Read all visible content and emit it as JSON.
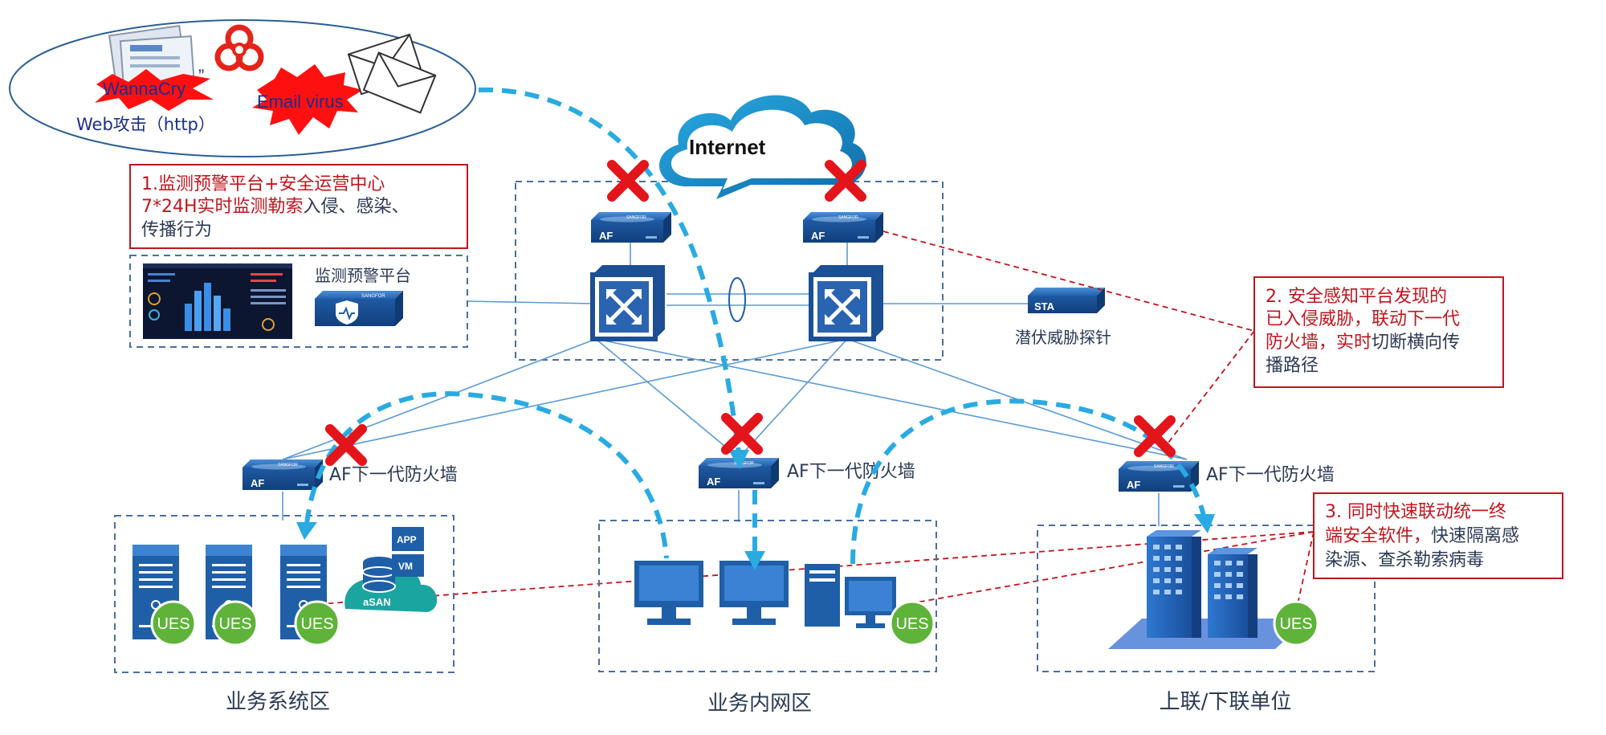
{
  "threats": {
    "wannacry": "WannaCry",
    "email_virus": "Email virus",
    "web_attack": "Web攻击（http）"
  },
  "cloud": {
    "label": "Internet"
  },
  "callout1": {
    "line1": "1.监测预警平台+安全运营中心",
    "line2_red": "7*24H实时监测勒索",
    "line2_dark": "入侵、感染、",
    "line3": "传播行为"
  },
  "monitor": {
    "label": "监测预警平台"
  },
  "sta": {
    "badge": "STA",
    "label": "潜伏威胁探针"
  },
  "callout2": {
    "line1": "2. 安全感知平台发现的",
    "line2": "已入侵威胁，联动下一代",
    "line3_red": "防火墙，实时",
    "line3_dark": "切断横向传",
    "line4": "播路径"
  },
  "callout3": {
    "line1": "3. 同时快速联动统一终",
    "line2_red": "端安全软件，",
    "line2_dark": "快速隔离感",
    "line3": "染源、查杀勒索病毒"
  },
  "af": {
    "badge": "AF",
    "brand": "SANGFOR"
  },
  "firewall_labels": {
    "left": "AF下一代防火墙",
    "middle": "AF下一代防火墙",
    "right": "AF下一代防火墙"
  },
  "ues": {
    "label": "UES"
  },
  "app_vm": {
    "app": "APP",
    "vm": "VM",
    "asan": "aSAN"
  },
  "zones": {
    "business_system": "业务系统区",
    "business_intranet": "业务内网区",
    "upper_lower": "上联/下联单位"
  },
  "colors": {
    "accent_blue": "#29abe2",
    "device_blue": "#1f5fa8",
    "alert_red": "#c0151d",
    "cross_red": "#e4141b",
    "ues_green": "#5fb33a",
    "dashed_border": "#4a6fa0"
  }
}
